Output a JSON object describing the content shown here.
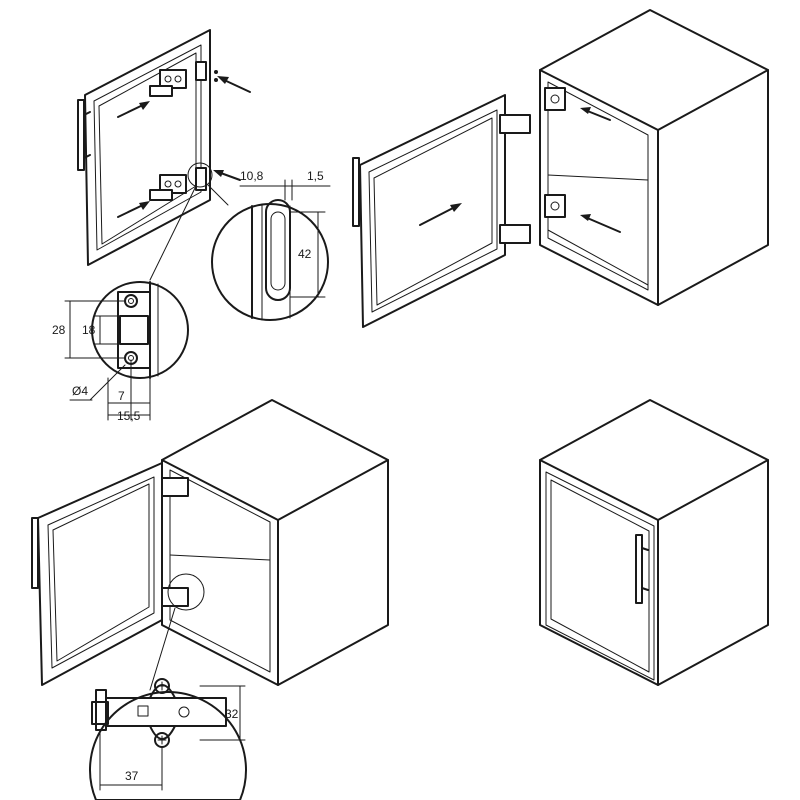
{
  "dimensions": {
    "strike_hole_spacing": "28",
    "strike_slot_height": "18",
    "strike_hole_diameter": "Ø4",
    "strike_offset": "7",
    "strike_width": "15,5",
    "magnet_offset": "10,8",
    "magnet_gap": "1,5",
    "magnet_length": "42",
    "hinge_plate_height": "32",
    "hinge_distance": "37"
  },
  "colors": {
    "line": "#1a1a1a",
    "background": "#ffffff"
  },
  "icons": [
    "arrow-icon",
    "screw-icon",
    "hinge-icon",
    "magnetic-catch-icon",
    "handle-icon"
  ]
}
